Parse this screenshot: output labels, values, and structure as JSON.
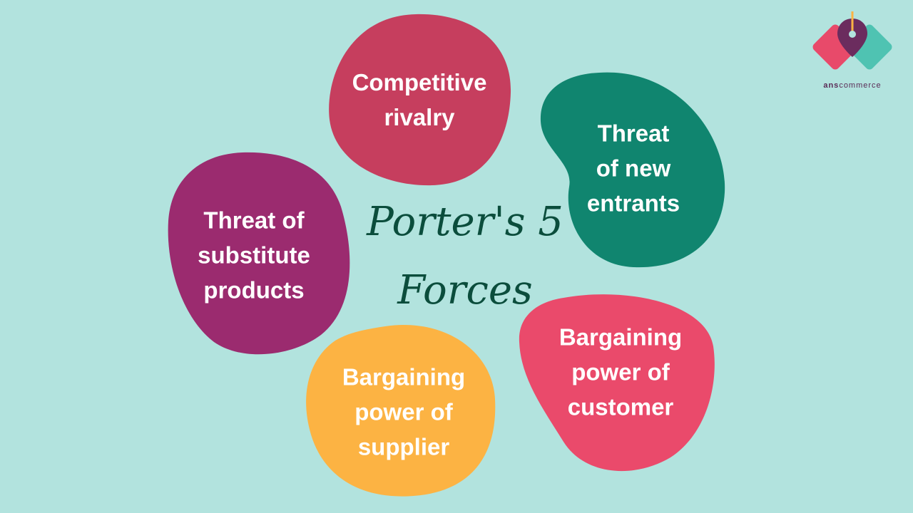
{
  "title": {
    "line1": "Porter's 5",
    "line2": "Forces"
  },
  "forces": [
    {
      "id": "competitive-rivalry",
      "lines": [
        "Competitive",
        "rivalry"
      ],
      "color": "#c63e5e"
    },
    {
      "id": "threat-of-new-entrants",
      "lines": [
        "Threat",
        "of new",
        "entrants"
      ],
      "color": "#10856f"
    },
    {
      "id": "threat-of-substitute-products",
      "lines": [
        "Threat of",
        "substitute",
        "products"
      ],
      "color": "#9b2b6f"
    },
    {
      "id": "bargaining-power-of-customer",
      "lines": [
        "Bargaining",
        "power of",
        "customer"
      ],
      "color": "#ea4a6b"
    },
    {
      "id": "bargaining-power-of-supplier",
      "lines": [
        "Bargaining",
        "power of",
        "supplier"
      ],
      "color": "#fcb343"
    }
  ],
  "colors": {
    "background": "#b2e3de",
    "title": "#0b4d3c"
  },
  "logo": {
    "brand_bold": "ans",
    "brand_rest": "commerce"
  }
}
